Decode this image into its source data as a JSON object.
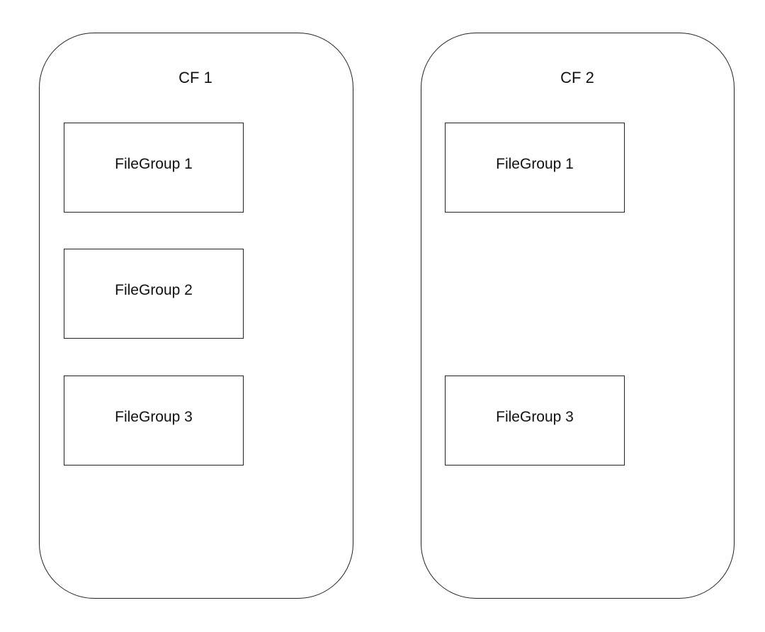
{
  "column_families": [
    {
      "title": "CF 1",
      "file_groups": [
        "FileGroup 1",
        "FileGroup 2",
        "FileGroup 3"
      ]
    },
    {
      "title": "CF 2",
      "file_groups": [
        "FileGroup 1",
        "FileGroup 3"
      ]
    }
  ],
  "colors": {
    "stroke": "#222222",
    "text": "#111111",
    "background": "#fefefe"
  }
}
